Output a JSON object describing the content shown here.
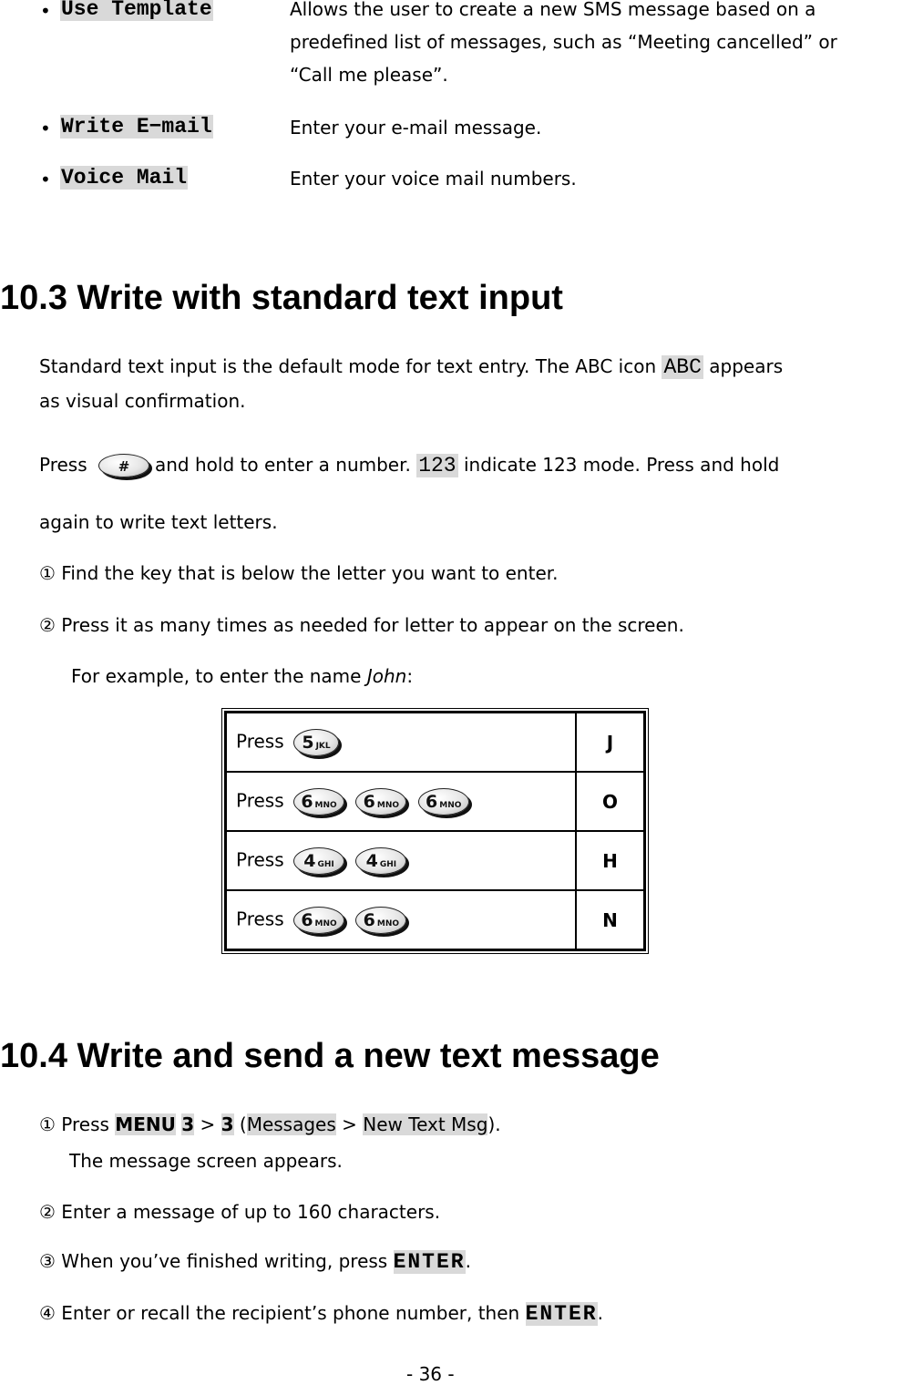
{
  "options_list": [
    {
      "label": "Use Template",
      "description_lines": [
        "Allows the user to create a new SMS message based on a",
        "predefined list of messages, such as “Meeting cancelled” or",
        "“Call me please”."
      ]
    },
    {
      "label": "Write E−mail",
      "description_lines": [
        "Enter your e-mail message."
      ]
    },
    {
      "label": "Voice Mail",
      "description_lines": [
        "Enter your voice mail numbers."
      ]
    }
  ],
  "section_10_3": {
    "heading": "10.3  Write with standard text input",
    "intro_before_icon": "Standard text input is the default mode for text entry. The ABC icon",
    "abc_icon_label": "ABC",
    "intro_after_icon": "appears",
    "intro_line2": "as visual confirmation.",
    "press_label": "Press",
    "hash_key_label": "#",
    "hold_text": "and hold to enter a number.",
    "mode_icon_label": "123",
    "mode_text": "indicate 123 mode. Press and hold",
    "again_text": "again to write text letters.",
    "step1_marker": "①",
    "step1_text": "Find the key that is below the letter you want to enter.",
    "step2_marker": "②",
    "step2_text": "Press it as many times as needed for letter to appear on the screen.",
    "example_text": "For example, to enter the name",
    "example_name": "John",
    "example_colon": ":",
    "example_table": {
      "rows": [
        {
          "press_label": "Press",
          "keys": [
            {
              "num": "5",
              "letters": "JKL"
            }
          ],
          "result": "J"
        },
        {
          "press_label": "Press",
          "keys": [
            {
              "num": "6",
              "letters": "MNO"
            },
            {
              "num": "6",
              "letters": "MNO"
            },
            {
              "num": "6",
              "letters": "MNO"
            }
          ],
          "result": "O"
        },
        {
          "press_label": "Press",
          "keys": [
            {
              "num": "4",
              "letters": "GHI"
            },
            {
              "num": "4",
              "letters": "GHI"
            }
          ],
          "result": "H"
        },
        {
          "press_label": "Press",
          "keys": [
            {
              "num": "6",
              "letters": "MNO"
            },
            {
              "num": "6",
              "letters": "MNO"
            }
          ],
          "result": "N"
        }
      ]
    }
  },
  "section_10_4": {
    "heading": "10.4  Write and send a new text message",
    "steps": [
      {
        "marker": "①",
        "press": "Press",
        "menu_key": "MENU",
        "key1": "3",
        "sep1": ">",
        "key2": "3",
        "paren_open": "(",
        "menu1": "Messages",
        "sep2": ">",
        "menu2": "New Text Msg",
        "paren_close": ").",
        "subtext": "The message screen appears."
      },
      {
        "marker": "②",
        "text": "Enter a message of up to 160 characters."
      },
      {
        "marker": "③",
        "text": "When you’ve finished writing, press",
        "key": "ENTER",
        "end": "."
      },
      {
        "marker": "④",
        "text": "Enter or recall the recipient’s phone number, then",
        "key": "ENTER",
        "end": "."
      }
    ]
  },
  "footer": {
    "page_number": "- 36 -"
  },
  "colors": {
    "highlight": "#d9d9d9",
    "text": "#000000",
    "background": "#ffffff"
  }
}
